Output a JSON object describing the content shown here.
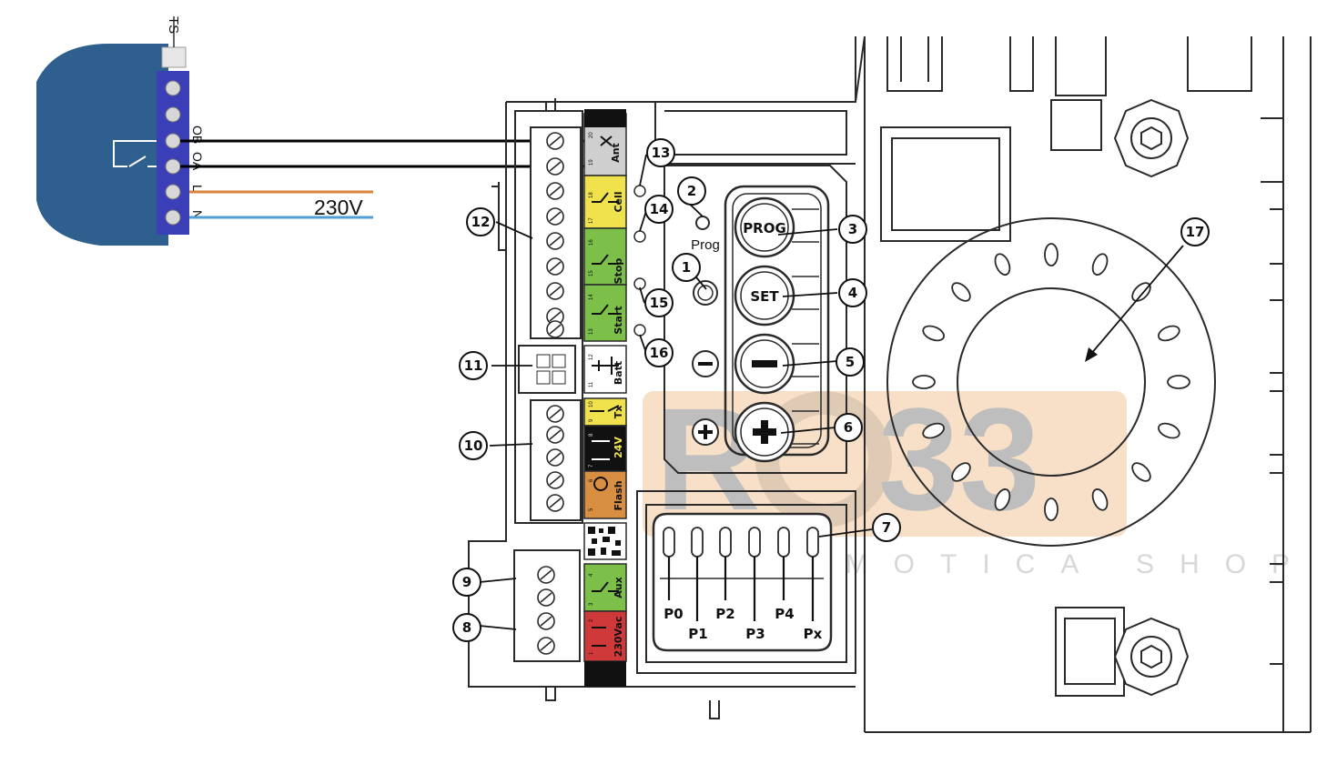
{
  "relay": {
    "ts_label": "TS",
    "pins": [
      "OB",
      "OA",
      "L",
      "N"
    ],
    "supply_label": "230V"
  },
  "terminals": {
    "ant": "Ant",
    "cell": "Cell",
    "stop": "Stop",
    "start": "Start",
    "batt": "Batt",
    "tx": "Tx",
    "v24": "24V",
    "flash": "Flash",
    "aux": "Aux",
    "vac": "230Vac",
    "pin_numbers": [
      "20",
      "19",
      "18",
      "17",
      "16",
      "15",
      "14",
      "13",
      "12",
      "11",
      "10",
      "9",
      "8",
      "7",
      "6",
      "5",
      "4",
      "3",
      "2",
      "1"
    ]
  },
  "buttons": {
    "prog": "PROG",
    "set": "SET",
    "prog_led": "Prog"
  },
  "dip": {
    "labels_top": [
      "P0",
      "P2",
      "P4"
    ],
    "labels_bottom": [
      "P1",
      "P3",
      "Px"
    ]
  },
  "callouts": [
    "1",
    "2",
    "3",
    "4",
    "5",
    "6",
    "7",
    "8",
    "9",
    "10",
    "11",
    "12",
    "13",
    "14",
    "15",
    "16",
    "17"
  ],
  "colors": {
    "relay_body": "#2f5f8e",
    "terminal_block": "#3a3fb8",
    "phase_wire": "#d9843a",
    "neutral_wire": "#4f9fd6",
    "cell": "#efe24d",
    "stop_start": "#7cc04a",
    "tx": "#efe24d",
    "flash": "#d98f42",
    "aux": "#7cc04a",
    "vac": "#d0393a",
    "watermark": "#f3c79c"
  }
}
